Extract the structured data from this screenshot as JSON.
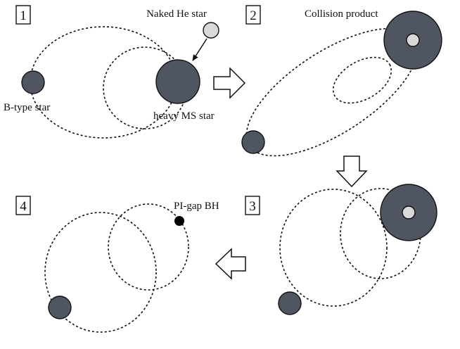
{
  "panels": [
    {
      "number": "1"
    },
    {
      "number": "2"
    },
    {
      "number": "3"
    },
    {
      "number": "4"
    }
  ],
  "labels": {
    "naked_he_star": "Naked He star",
    "heavy_ms_star": "heavy MS star",
    "b_type_star": "B-type star",
    "collision_product": "Collision product",
    "pi_gap_bh": "PI-gap BH"
  },
  "colors": {
    "star_fill": "#4f5561",
    "core_fill": "#d9d9d9",
    "line": "#111111",
    "background": "#ffffff"
  }
}
